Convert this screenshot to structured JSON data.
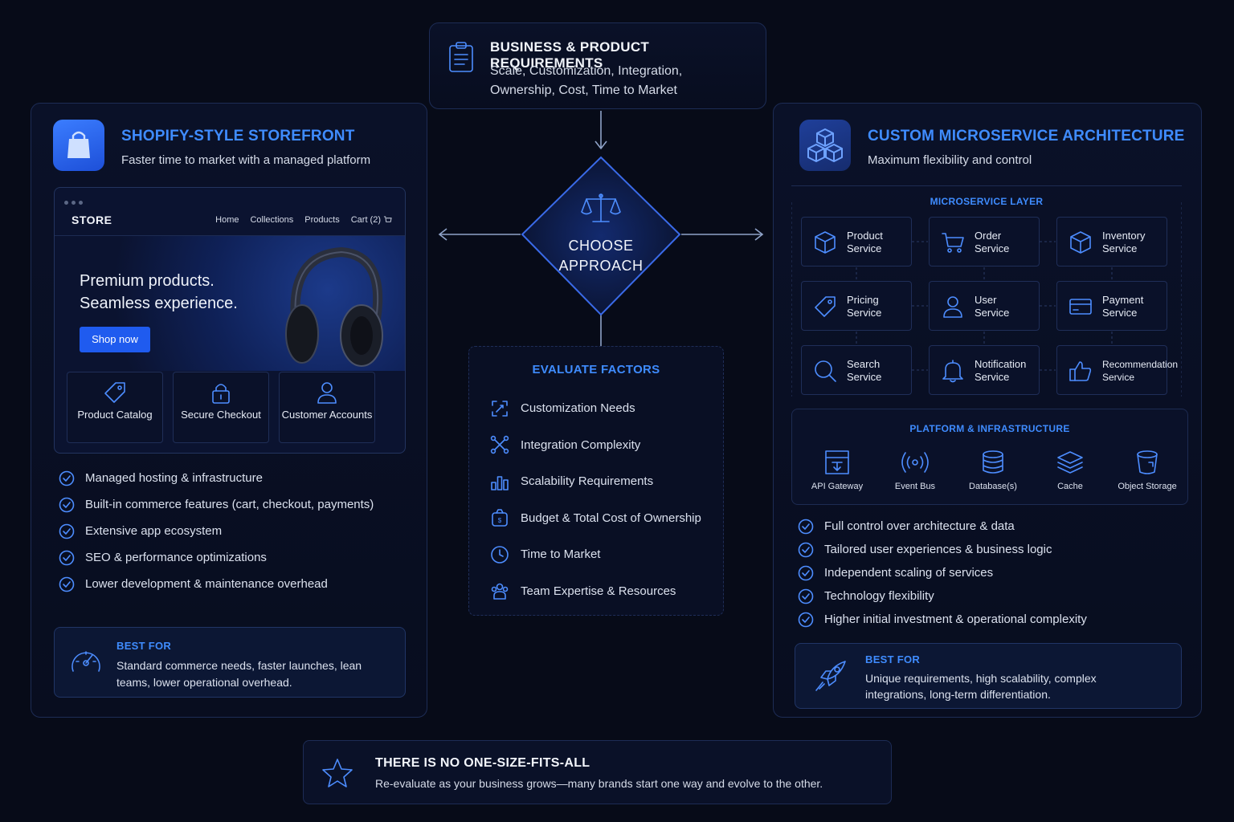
{
  "requirements": {
    "title": "BUSINESS & PRODUCT REQUIREMENTS",
    "subtitle": "Scale, Customization, Integration, Ownership, Cost, Time to Market",
    "icon": "clipboard-icon"
  },
  "decision": {
    "label": "CHOOSE APPROACH",
    "icon": "scale-icon"
  },
  "left": {
    "title": "SHOPIFY-STYLE STOREFRONT",
    "subtitle": "Faster time to market with a managed platform",
    "icon": "shopping-bag-icon",
    "store": {
      "logo": "STORE",
      "nav": [
        "Home",
        "Collections",
        "Products",
        "Cart (2)"
      ],
      "headline": "Premium products. Seamless experience.",
      "cta": "Shop now",
      "features": [
        {
          "label": "Product Catalog",
          "icon": "tag-icon"
        },
        {
          "label": "Secure Checkout",
          "icon": "lock-icon"
        },
        {
          "label": "Customer Accounts",
          "icon": "user-icon"
        }
      ]
    },
    "benefits": [
      "Managed hosting & infrastructure",
      "Built-in commerce features (cart, checkout, payments)",
      "Extensive app ecosystem",
      "SEO & performance optimizations",
      "Lower development & maintenance overhead"
    ],
    "best_for": {
      "title": "BEST FOR",
      "text": "Standard commerce needs, faster launches, lean teams, lower operational overhead.",
      "icon": "speedometer-icon"
    }
  },
  "evaluate": {
    "title": "EVALUATE FACTORS",
    "items": [
      {
        "label": "Customization Needs",
        "icon": "customize-icon"
      },
      {
        "label": "Integration Complexity",
        "icon": "integration-icon"
      },
      {
        "label": "Scalability Requirements",
        "icon": "bar-chart-icon"
      },
      {
        "label": "Budget & Total Cost of Ownership",
        "icon": "budget-icon"
      },
      {
        "label": "Time to Market",
        "icon": "clock-icon"
      },
      {
        "label": "Team Expertise & Resources",
        "icon": "team-icon"
      }
    ]
  },
  "right": {
    "title": "CUSTOM MICROSERVICE ARCHITECTURE",
    "subtitle": "Maximum flexibility and control",
    "icon": "cubes-icon",
    "microservice_layer": {
      "title": "MICROSERVICE LAYER",
      "services": [
        {
          "name": "Product",
          "sub": "Service",
          "icon": "box-icon"
        },
        {
          "name": "Order",
          "sub": "Service",
          "icon": "cart-icon"
        },
        {
          "name": "Inventory",
          "sub": "Service",
          "icon": "box-icon"
        },
        {
          "name": "Pricing",
          "sub": "Service",
          "icon": "tag-icon"
        },
        {
          "name": "User",
          "sub": "Service",
          "icon": "user-icon"
        },
        {
          "name": "Payment",
          "sub": "Service",
          "icon": "card-icon"
        },
        {
          "name": "Search",
          "sub": "Service",
          "icon": "search-icon"
        },
        {
          "name": "Notification",
          "sub": "Service",
          "icon": "bell-icon"
        },
        {
          "name": "Recommendation",
          "sub": "Service",
          "icon": "thumbs-up-icon"
        }
      ]
    },
    "platform": {
      "title": "PLATFORM & INFRASTRUCTURE",
      "items": [
        {
          "label": "API Gateway",
          "icon": "gateway-icon"
        },
        {
          "label": "Event Bus",
          "icon": "broadcast-icon"
        },
        {
          "label": "Database(s)",
          "icon": "database-icon"
        },
        {
          "label": "Cache",
          "icon": "layers-icon"
        },
        {
          "label": "Object Storage",
          "icon": "bucket-icon"
        }
      ]
    },
    "benefits": [
      "Full control over architecture & data",
      "Tailored user experiences & business logic",
      "Independent scaling of services",
      "Technology flexibility",
      "Higher initial investment & operational complexity"
    ],
    "best_for": {
      "title": "BEST FOR",
      "text": "Unique requirements, high scalability, complex integrations, long-term differentiation.",
      "icon": "rocket-icon"
    }
  },
  "footer": {
    "title": "THERE IS NO ONE-SIZE-FITS-ALL",
    "text": "Re-evaluate as your business grows—many brands start one way and evolve to the other.",
    "icon": "star-icon"
  }
}
